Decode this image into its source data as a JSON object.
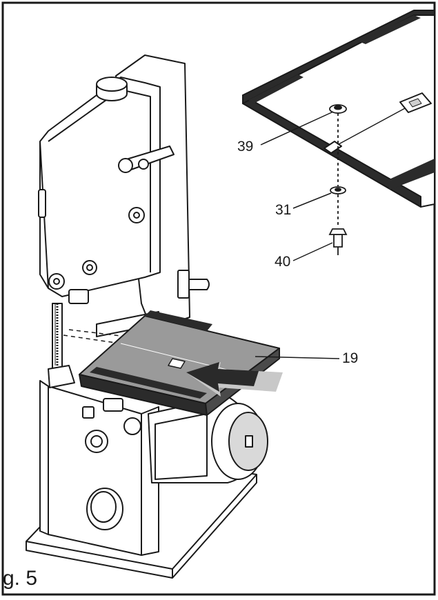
{
  "callouts": {
    "c39": "39",
    "c31": "31",
    "c40": "40",
    "c19": "19"
  },
  "figure_label": "g. 5",
  "colors": {
    "line": "#1a1a1a",
    "table_gray": "#9a9a9a",
    "dark_strip": "#2b2b2b",
    "arrow_dark": "#2a2a2a",
    "arrow_light": "#c8c8c8"
  }
}
